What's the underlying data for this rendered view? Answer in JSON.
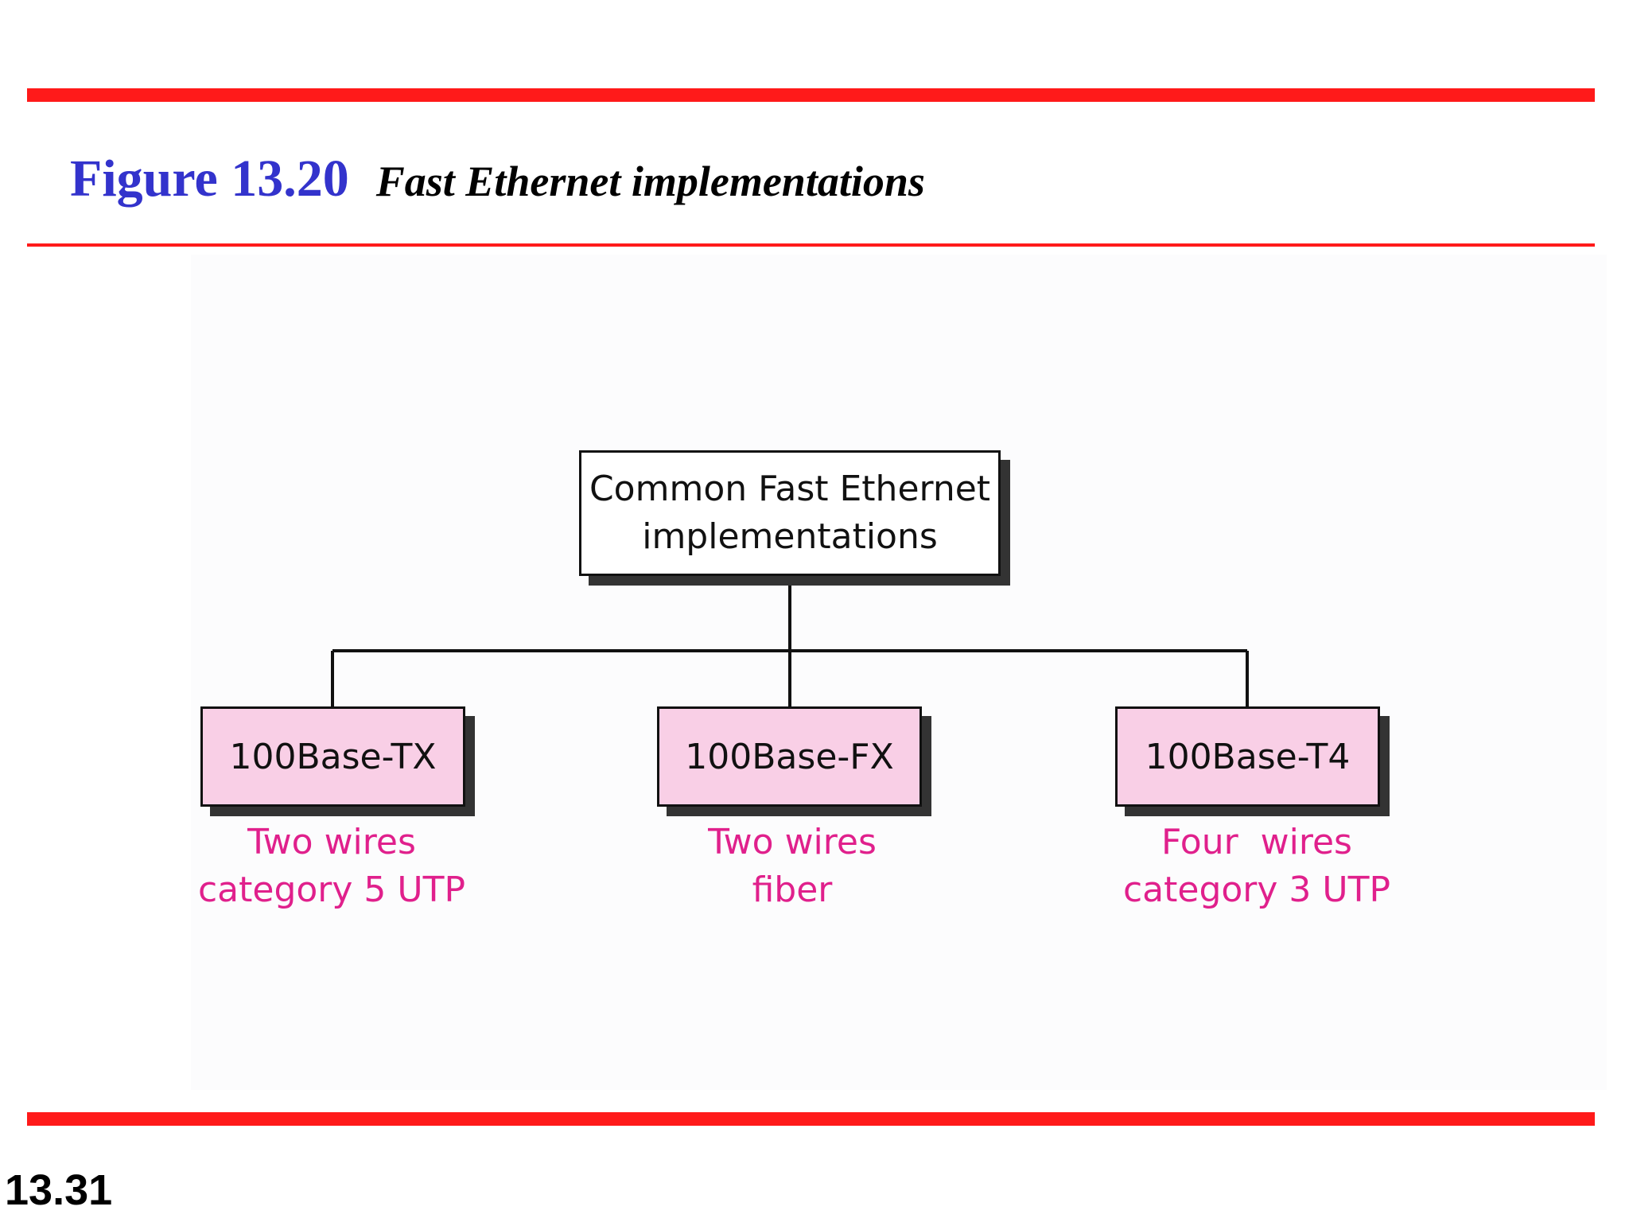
{
  "figure": {
    "number": "Figure 13.20",
    "caption": "Fast Ethernet implementations"
  },
  "diagram": {
    "root": {
      "line1": "Common Fast Ethernet",
      "line2": "implementations"
    },
    "children": [
      {
        "label": "100Base-TX",
        "description": "Two wires\ncategory 5 UTP"
      },
      {
        "label": "100Base-FX",
        "description": "Two wires\nfiber"
      },
      {
        "label": "100Base-T4",
        "description": "Four  wires\ncategory 3 UTP"
      }
    ],
    "colors": {
      "rule": "#ff1a1a",
      "figure_number": "#3333cc",
      "child_box_fill": "#f9cfe6",
      "description_text": "#e0208c"
    }
  },
  "footer": {
    "page_number": "13.31"
  }
}
